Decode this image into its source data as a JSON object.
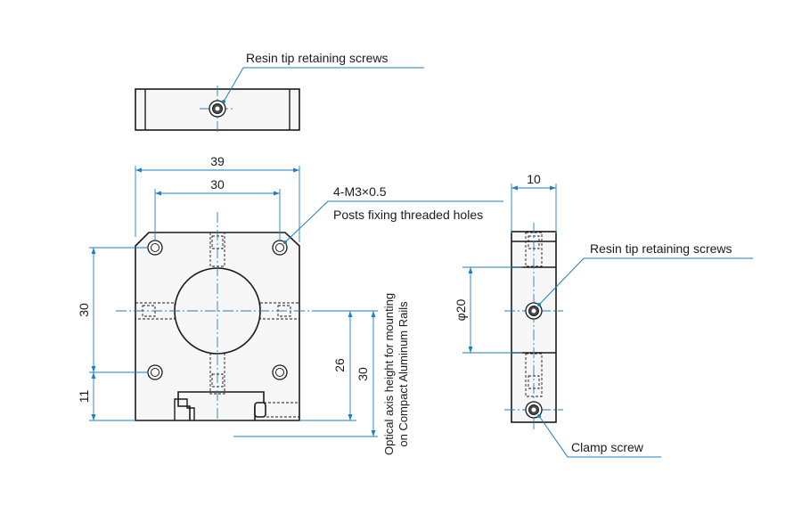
{
  "callouts": {
    "top_resin": "Resin tip retaining screws",
    "side_resin": "Resin tip retaining screws",
    "holes_spec": "4-M3×0.5",
    "holes_desc": "Posts fixing threaded holes",
    "clamp": "Clamp screw"
  },
  "dims": {
    "overall_width": "39",
    "hole_pitch_x": "30",
    "hole_pitch_y": "30",
    "base_to_hole": "11",
    "axis_to_base": "26",
    "axis_height": "30",
    "side_width": "10",
    "bore_dia": "φ20"
  },
  "note": {
    "line1": "Optical axis height for mounting",
    "line2": "on Compact Aluminum Rails"
  },
  "colors": {
    "outline": "#1a1a1a",
    "dimension": "#1e7fc4"
  }
}
